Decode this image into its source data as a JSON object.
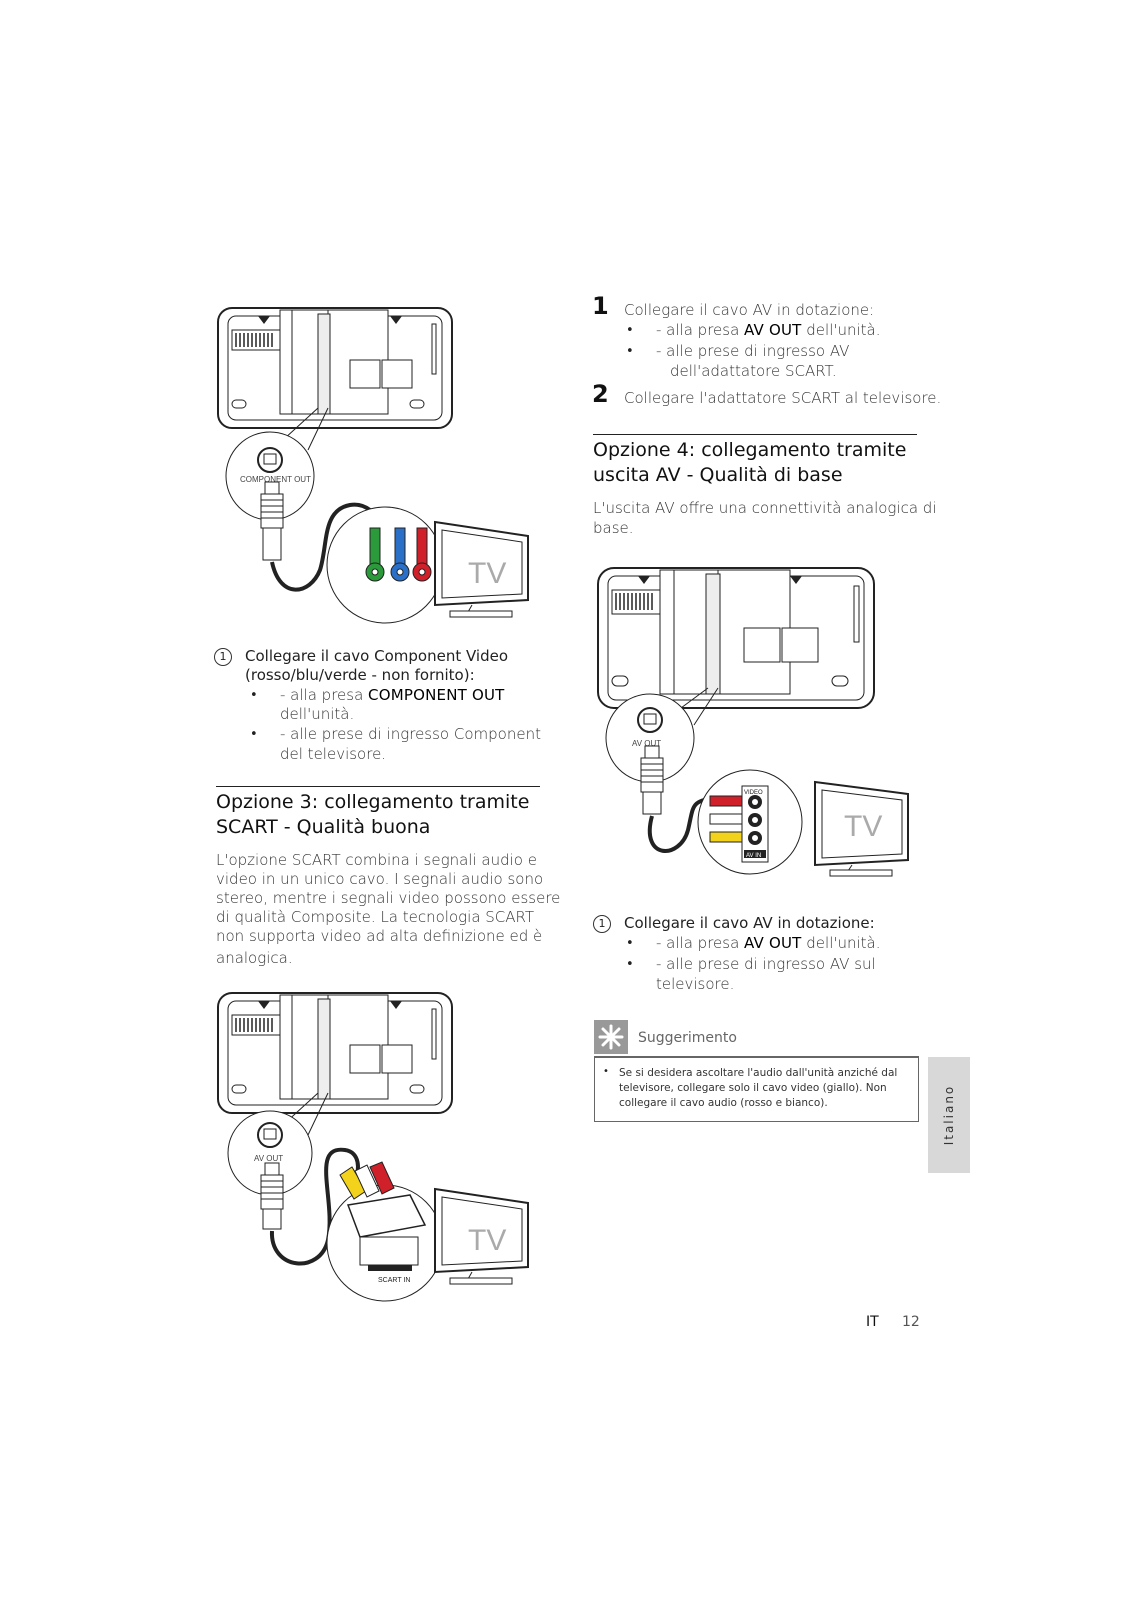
{
  "left": {
    "component_step": {
      "num": "1",
      "line1": "Collegare il cavo Component Video",
      "line2": "(rosso/blu/verde - non fornito):",
      "b1_pre": "- alla presa ",
      "b1_em": "COMPONENT OUT",
      "b1_line2": "dell'unità.",
      "b2_line1": "- alle prese di ingresso Component",
      "b2_line2": "del televisore."
    },
    "option3": {
      "title_line1": "Opzione 3: collegamento tramite",
      "title_line2": "SCART - Qualità buona",
      "body": [
        "L'opzione SCART combina i segnali audio e",
        "video in un unico cavo. I segnali audio sono",
        "stereo, mentre i segnali video possono essere",
        "di qualità Composite. La tecnologia SCART",
        "non supporta video ad alta definizione ed è",
        "analogica."
      ]
    }
  },
  "right": {
    "step1": {
      "num": "1",
      "text": "Collegare il cavo AV in dotazione:",
      "b1_pre": "- alla presa ",
      "b1_em": "AV OUT",
      "b1_post": " dell'unità.",
      "b2_line1": "- alle prese di ingresso AV",
      "b2_line2": "dell'adattatore SCART."
    },
    "step2": {
      "num": "2",
      "text": "Collegare l'adattatore SCART al televisore."
    },
    "option4": {
      "title_line1": "Opzione 4: collegamento tramite",
      "title_line2": "uscita AV - Qualità di base",
      "body": [
        "L'uscita AV offre una connettività analogica di",
        "base."
      ]
    },
    "av_step": {
      "num": "1",
      "text": "Collegare il cavo AV in dotazione:",
      "b1_pre": "- alla presa ",
      "b1_em": "AV OUT",
      "b1_post": " dell'unità.",
      "b2_line1": "- alle prese di ingresso AV sul",
      "b2_line2": "televisore."
    },
    "tip": {
      "title": "Suggerimento",
      "lines": [
        "Se si desidera ascoltare l'audio dall'unità anziché dal",
        "televisore, collegare solo il cavo video (giallo). Non",
        "collegare il cavo audio (rosso e bianco)."
      ]
    }
  },
  "diagrams": {
    "component_label": "COMPONENT OUT",
    "av_out_label": "AV OUT",
    "tv_label": "TV",
    "scart_in_label": "SCART IN",
    "video_label": "VIDEO",
    "av_in_label": "AV IN",
    "colors": {
      "red": "#d0202a",
      "green": "#2a9a3a",
      "blue": "#2a70c8",
      "yellow": "#f2d21a",
      "white": "#ffffff"
    }
  },
  "sidetab": "Italiano",
  "footer": {
    "lang": "IT",
    "page": "12"
  }
}
